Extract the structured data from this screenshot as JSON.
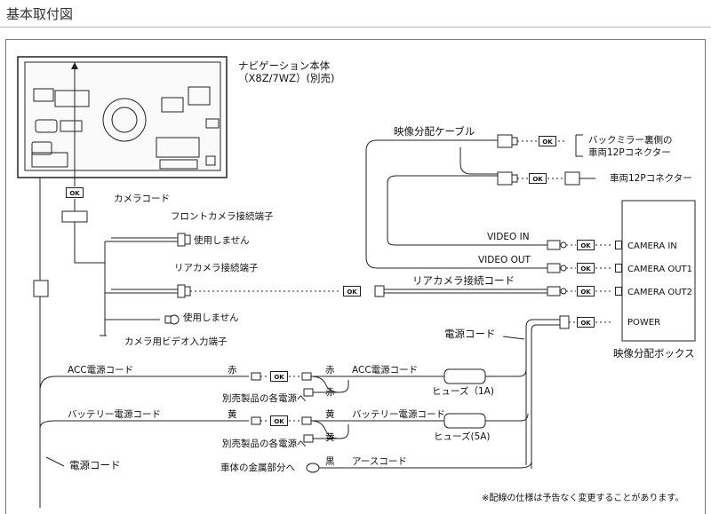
{
  "header": {
    "title": "基本取付図"
  },
  "nav_unit": {
    "name_line1": "ナビゲーション本体",
    "name_line2": "（X8Z/7WZ）(別売)"
  },
  "camera_cord": {
    "label": "カメラコード"
  },
  "front_camera": {
    "label": "フロントカメラ接続端子",
    "unused": "使用しません"
  },
  "rear_camera": {
    "label": "リアカメラ接続端子",
    "cord_label": "リアカメラ接続コード"
  },
  "video_input": {
    "unused": "使用しません",
    "label": "カメラ用ビデオ入力端子"
  },
  "split_cable": {
    "label": "映像分配ケーブル"
  },
  "mirror_connector": {
    "line1": "バックミラー裏側の",
    "line2": "車両12Pコネクター"
  },
  "vehicle_connector": {
    "label": "車両12Pコネクター"
  },
  "video_lines": {
    "video_in": "VIDEO IN",
    "video_out": "VIDEO OUT"
  },
  "split_box": {
    "title": "映像分配ボックス",
    "ports": [
      "CAMERA IN",
      "CAMERA OUT1",
      "CAMERA OUT2",
      "POWER"
    ]
  },
  "power_cord": {
    "label": "電源コード",
    "main_label": "電源コード"
  },
  "acc": {
    "cord": "ACC電源コード",
    "color1": "赤",
    "color2": "赤",
    "color3": "赤",
    "cord2": "ACC電源コード",
    "note": "別売製品の各電源へ",
    "fuse": "ヒューズ（1A)"
  },
  "battery": {
    "cord": "バッテリー電源コード",
    "color1": "黄",
    "color2": "黄",
    "color3": "黄",
    "cord2": "バッテリー電源コード",
    "note": "別売製品の各電源へ",
    "fuse": "ヒューズ(5A)"
  },
  "ground": {
    "color": "黒",
    "cord": "アースコード",
    "note": "車体の金属部分へ"
  },
  "ok_label": "OK",
  "footnote": "※配線の仕様は予告なく変更することがあります。"
}
